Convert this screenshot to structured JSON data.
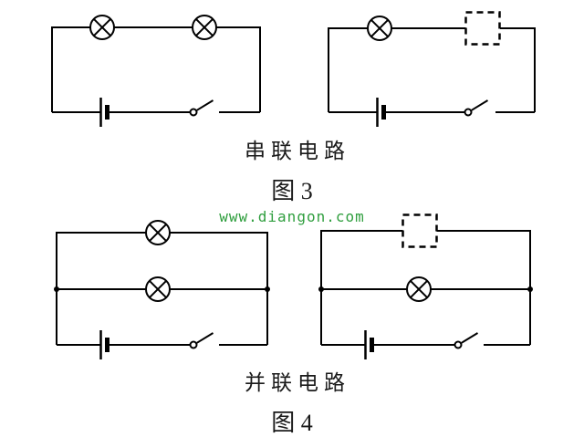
{
  "page": {
    "background_color": "#ffffff",
    "watermark": {
      "text": "www.diangon.com",
      "color": "#2f9e3e"
    }
  },
  "figure3": {
    "caption": "串联电路",
    "label": "图 3"
  },
  "figure4": {
    "caption": "并联电路",
    "label": "图 4"
  },
  "icons": {
    "lamp-icon": "circle-with-diagonal-cross",
    "battery-icon": "long-thin-and-short-thick-line-pair",
    "switch-icon": "pivot-circle-with-open-lever",
    "removed-lamp-box-icon": "dashed-square-outline",
    "junction-dot-icon": "small-filled-circle"
  },
  "colors": {
    "wire": "#000000",
    "caption_text": "#1a1a1a",
    "watermark": "#2f9e3e"
  }
}
